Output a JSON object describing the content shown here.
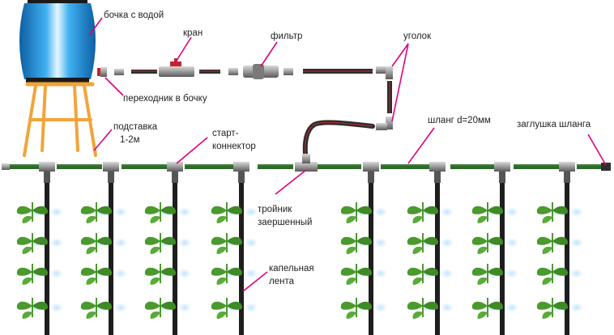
{
  "labels": {
    "barrel": "бочка с водой",
    "faucet": "кран",
    "filter": "фильтр",
    "elbow": "уголок",
    "adapter": "переходник в бочку",
    "stand_line1": "подставка",
    "stand_line2": "1-2м",
    "start_line1": "старт-",
    "start_line2": "коннектор",
    "hose": "шланг d=20мм",
    "plug": "заглушка шланга",
    "tee_line1": "тройник",
    "tee_line2": "заершенный",
    "tape_line1": "капельная",
    "tape_line2": "лента"
  },
  "colors": {
    "leader": "#e0007a",
    "pipe": "#2e2e2e",
    "pipe_stripe": "#c2272d",
    "hose_green": "#2f6b2a",
    "stand": "#f2a43a",
    "barrel": "#1a8fd6",
    "leaf": "#4a9a2e",
    "drip": "#9fd2f0"
  },
  "icons": [
    "water-barrel-icon",
    "valve-icon",
    "filter-icon",
    "elbow-icon",
    "tee-icon",
    "plant-icon"
  ]
}
